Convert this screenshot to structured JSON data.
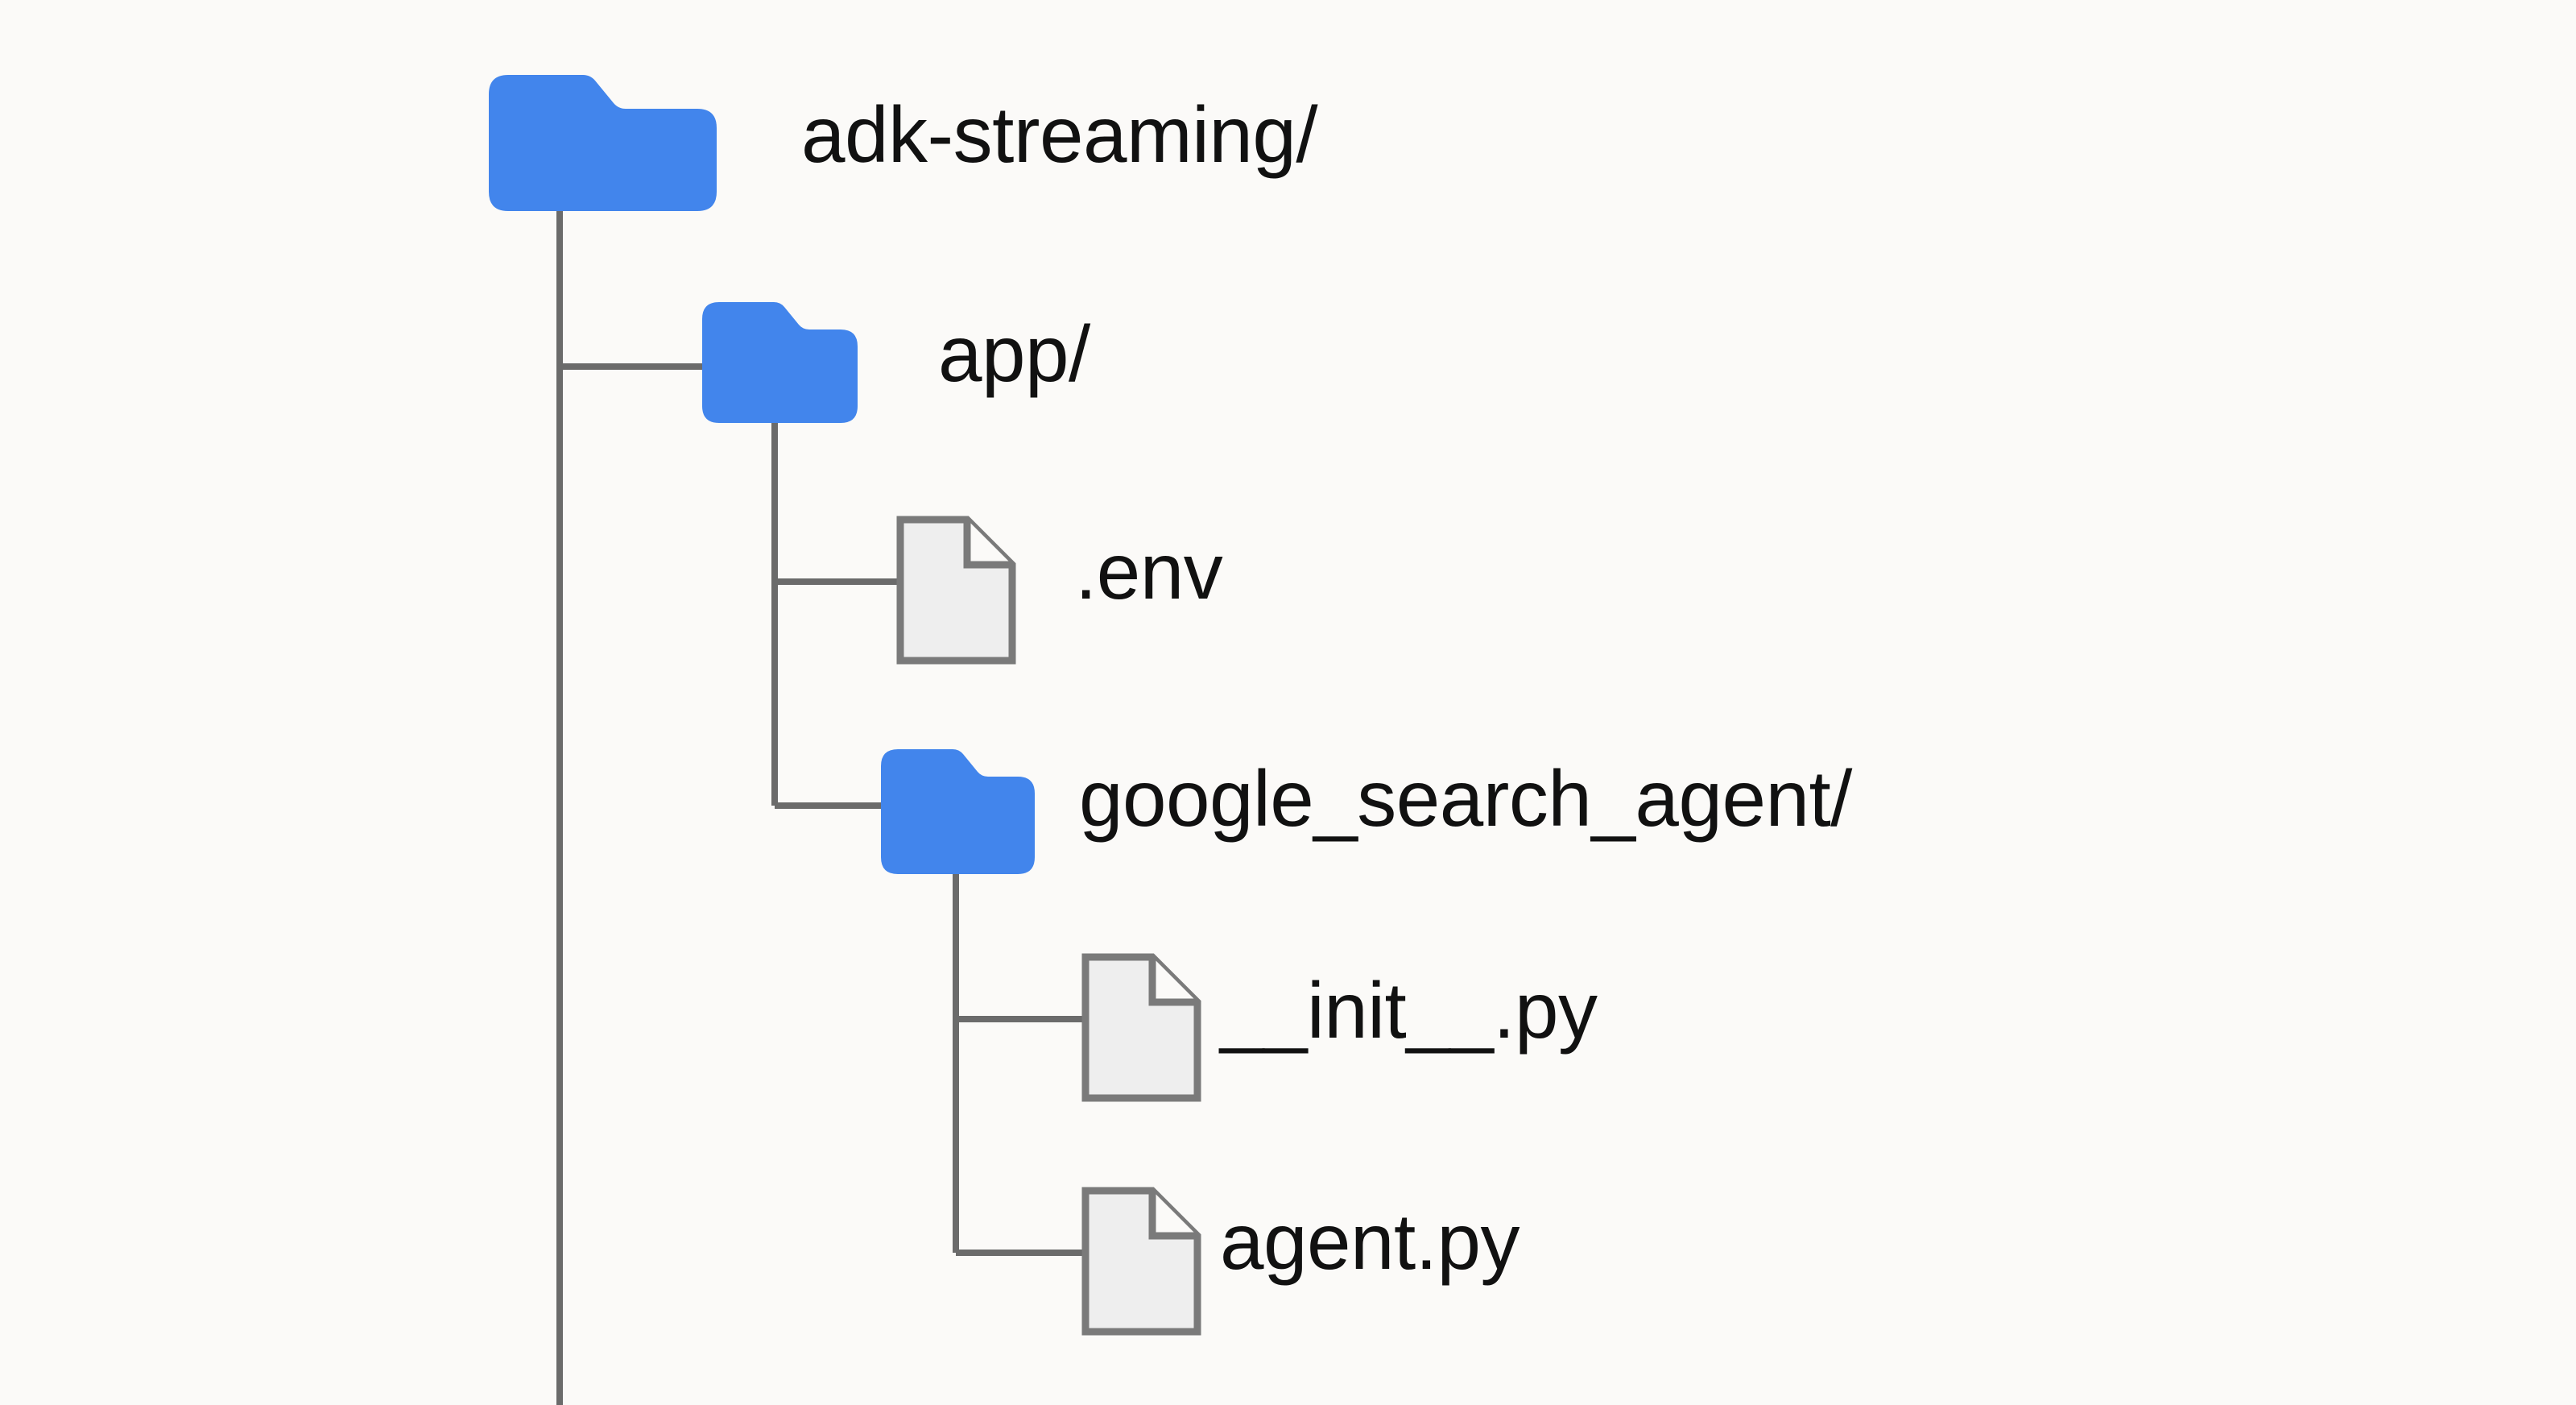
{
  "diagram": {
    "type": "file-tree",
    "title": "adk-streaming project structure",
    "colors": {
      "background": "#fbfaf8",
      "folder": "#4285ec",
      "folder_shadow": "#3b78d8",
      "file_fill": "#eeeeee",
      "file_stroke": "#7a7a7a",
      "connector": "#6b6b6b",
      "text": "#111111"
    },
    "nodes": [
      {
        "id": "adk-streaming",
        "label": "adk-streaming/",
        "kind": "folder",
        "depth": 0,
        "icon": "folder-icon"
      },
      {
        "id": "app",
        "label": "app/",
        "kind": "folder",
        "depth": 1,
        "icon": "folder-icon"
      },
      {
        "id": "env",
        "label": ".env",
        "kind": "file",
        "depth": 2,
        "icon": "file-icon"
      },
      {
        "id": "google_search_agent",
        "label": "google_search_agent/",
        "kind": "folder",
        "depth": 2,
        "icon": "folder-icon"
      },
      {
        "id": "init-py",
        "label": "__init__.py",
        "kind": "file",
        "depth": 3,
        "icon": "file-icon"
      },
      {
        "id": "agent-py",
        "label": "agent.py",
        "kind": "file",
        "depth": 3,
        "icon": "file-icon"
      }
    ]
  }
}
